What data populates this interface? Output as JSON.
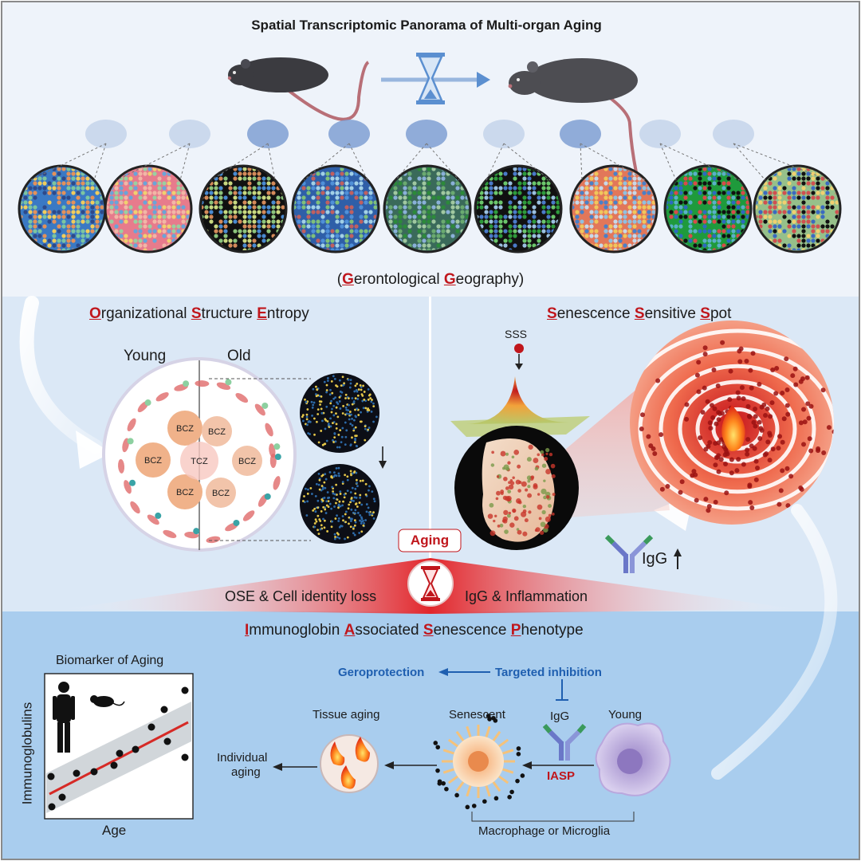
{
  "title": "Spatial Transcriptomic Panorama of Multi-organ Aging",
  "gerontological_geography": {
    "open": "(",
    "g1": "G",
    "w1": "erontological ",
    "g2": "G",
    "w2": "eography",
    "close": ")"
  },
  "ose": {
    "heading": [
      {
        "cap": "O",
        "rest": "rganizational "
      },
      {
        "cap": "S",
        "rest": "tructure "
      },
      {
        "cap": "E",
        "rest": "ntropy"
      }
    ],
    "young_label": "Young",
    "old_label": "Old",
    "zone_labels": {
      "bcz": "BCZ",
      "tcz": "TCZ"
    }
  },
  "sss": {
    "heading": [
      {
        "cap": "S",
        "rest": "enescence "
      },
      {
        "cap": "S",
        "rest": "ensitive "
      },
      {
        "cap": "S",
        "rest": "pot"
      }
    ],
    "marker_label": "SSS",
    "igg_label": "IgG"
  },
  "aging_band": {
    "badge": "Aging",
    "left_text": "OSE & Cell identity loss",
    "right_text": "IgG & Inflammation"
  },
  "iasp": {
    "heading": [
      {
        "cap": "I",
        "rest": "mmunoglobin "
      },
      {
        "cap": "A",
        "rest": "ssociated "
      },
      {
        "cap": "S",
        "rest": "enescence "
      },
      {
        "cap": "P",
        "rest": "henotype"
      }
    ],
    "geroprotection": "Geroprotection",
    "targeted_inhibition": "Targeted inhibition",
    "igg": "IgG",
    "senescent": "Senescent",
    "young": "Young",
    "tissue_aging": "Tissue aging",
    "individual_aging_1": "Individual",
    "individual_aging_2": "aging",
    "iasp_label": "IASP",
    "macrophage": "Macrophage or Microglia"
  },
  "biomarker": {
    "title": "Biomarker of Aging",
    "xlabel": "Age",
    "ylabel": "Immunoglobulins"
  },
  "colors": {
    "accent_red": "#c0161c",
    "blue_text": "#1f5fb0",
    "panel_top": "#eef3fa",
    "panel_mid": "#dbe8f6",
    "panel_bottom": "#a9cdee"
  }
}
